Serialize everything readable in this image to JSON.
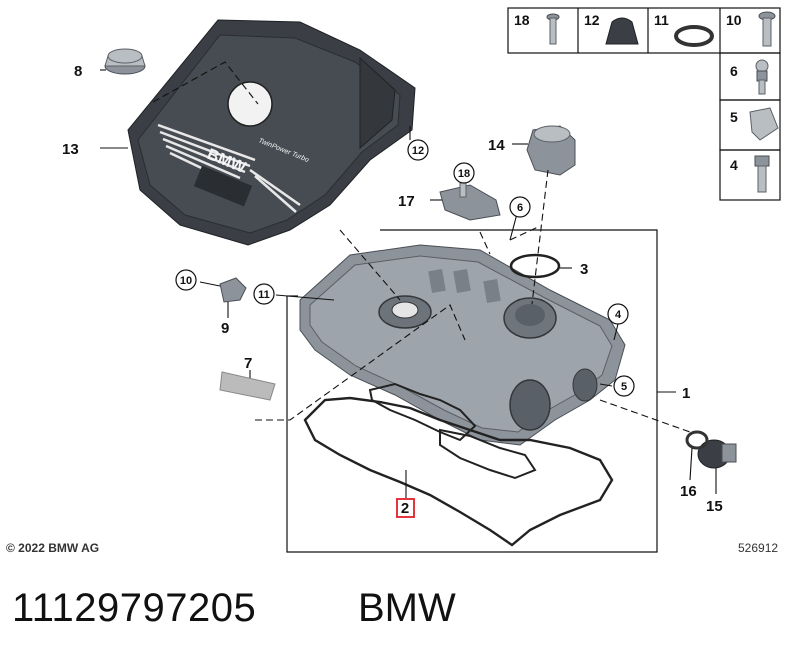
{
  "labels": {
    "part_1": "1",
    "part_2": "2",
    "part_3": "3",
    "part_4": "4",
    "part_5": "5",
    "part_6": "6",
    "part_7": "7",
    "part_8": "8",
    "part_9": "9",
    "part_10": "10",
    "part_11": "11",
    "part_12": "12",
    "part_13": "13",
    "part_14": "14",
    "part_15": "15",
    "part_16": "16",
    "part_17": "17",
    "part_18": "18"
  },
  "cover_text": {
    "brand": "BMW",
    "engine": "TwinPower Turbo"
  },
  "copyright": "© 2022 BMW AG",
  "image_number": "526912",
  "footer": {
    "part_number": "11129797205",
    "brand": "BMW"
  },
  "colors": {
    "cover": "#3b3f45",
    "valve_cover": "#8d939a",
    "highlight_box": "#e0202a"
  }
}
